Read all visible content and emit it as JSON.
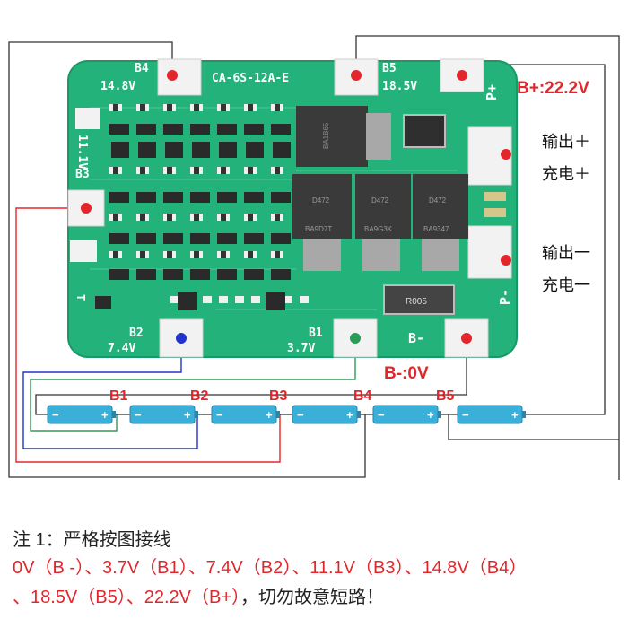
{
  "board": {
    "model": "CA-6S-12A-E",
    "pads": {
      "b4": {
        "name": "B4",
        "voltage": "14.8V"
      },
      "b5": {
        "name": "B5",
        "voltage": "18.5V"
      },
      "b3": {
        "name": "B3",
        "voltage": "11.1V"
      },
      "b2": {
        "name": "B2",
        "voltage": "7.4V"
      },
      "b1": {
        "name": "B1",
        "voltage": "3.7V"
      },
      "bminus": {
        "name": "B-"
      },
      "pplus": "P+",
      "pminus": "P-"
    },
    "chip_marks": {
      "top_mosfet": "BA1B65",
      "m1": "BA9D7T",
      "m2": "BA9G3K",
      "m3": "BA9347",
      "d472_a": "D472",
      "d472_b": "D472",
      "d472_c": "D472",
      "r005": "R005",
      "small_left": "T"
    }
  },
  "labels": {
    "bplus": "B+:22.2V",
    "bminus": "B-:0V",
    "out_plus": "输出＋",
    "charge_plus": "充电＋",
    "out_minus": "输出一",
    "charge_minus": "充电一"
  },
  "battery_labels": [
    "B1",
    "B2",
    "B3",
    "B4",
    "B5"
  ],
  "note": {
    "title": "注 1：严格按图接线",
    "line1": "0V（B -）、3.7V（B1）、7.4V（B2）、11.1V（B3）、14.8V（B4）",
    "line2_red": "、18.5V（B5）、22.2V（B+）",
    "line2_dark": "，切勿故意短路！"
  },
  "colors": {
    "pcb": "#22b27a",
    "pcb_border": "#1a9866",
    "pad": "#f2f2f2",
    "red": "#e3262b",
    "green_wire": "#2a9d55",
    "blue_wire": "#2233cc",
    "dark_wire": "#333333",
    "cell": "#3ab0d8"
  }
}
